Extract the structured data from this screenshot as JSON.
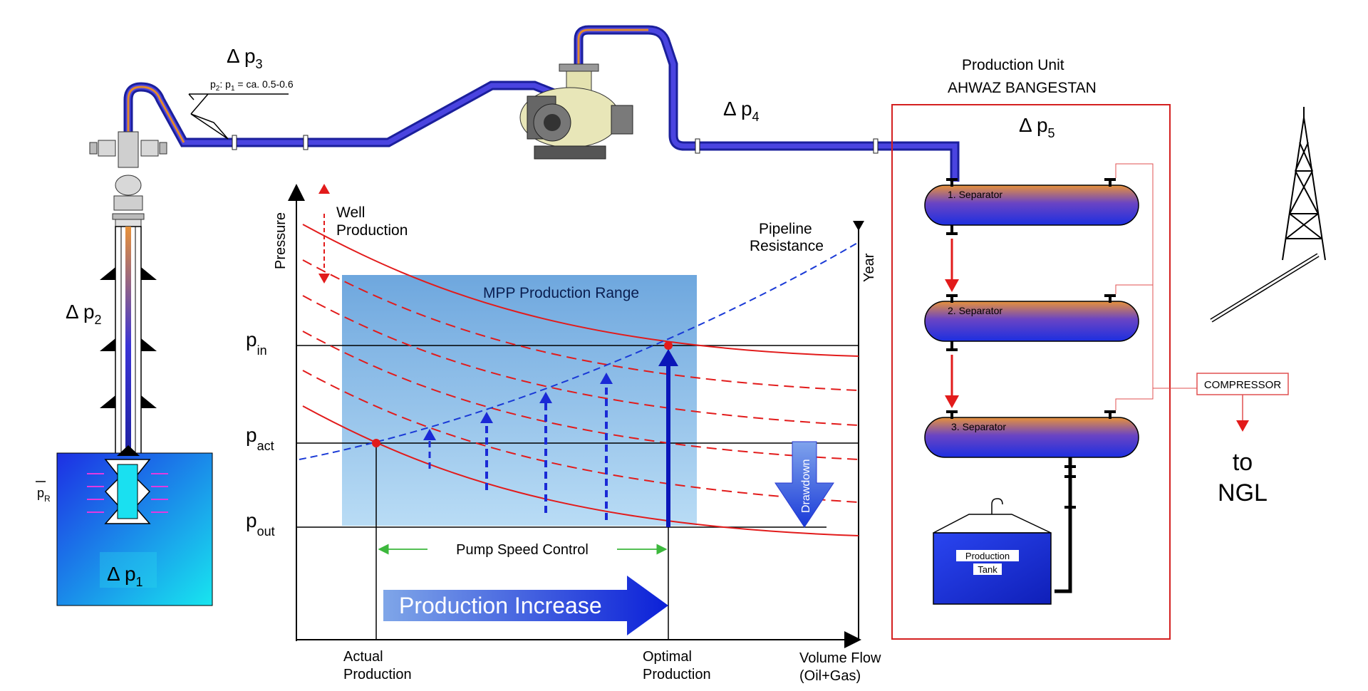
{
  "labels": {
    "delta": "Δ p",
    "dp1_sub": "1",
    "dp2_sub": "2",
    "dp3_sub": "3",
    "dp4_sub": "4",
    "dp5_sub": "5",
    "ratio_a": "p",
    "ratio_a_sub": "2",
    "ratio_b": ": p",
    "ratio_b_sub": "1",
    "ratio_c": " =  ca. 0.5-0.6",
    "pr": "p",
    "pr_sub": "R",
    "production_unit": "Production Unit",
    "site_name": "AHWAZ  BANGESTAN",
    "separator_1": "1.  Separator",
    "separator_2": "2.  Separator",
    "separator_3": "3.  Separator",
    "compressor": "COMPRESSOR",
    "to_line1": "to",
    "to_line2": "NGL",
    "tank_line1": "Production",
    "tank_line2": "Tank"
  },
  "chart": {
    "y_axis_label": "Pressure",
    "year_label": "Year",
    "well_production_1": "Well",
    "well_production_2": "Production",
    "pipeline_1": "Pipeline",
    "pipeline_2": "Resistance",
    "mpp_range": "MPP Production Range",
    "p": "p",
    "p_in_sub": "in",
    "p_act_sub": "act",
    "p_out_sub": "out",
    "drawdown": "Drawdown",
    "pump_speed": "Pump Speed Control",
    "production_increase": "Production Increase",
    "actual_1": "Actual",
    "actual_2": "Production",
    "optimal_1": "Optimal",
    "optimal_2": "Production",
    "x_label_1": "Volume Flow",
    "x_label_2": "(Oil+Gas)"
  },
  "colors": {
    "well_curve": "#e21b1b",
    "pipeline_curve": "#1a3ad6",
    "mpp_box": "#7fb2e6",
    "pipe_blue": "#2a2fd0",
    "pipe_orange": "#e38a2e",
    "frame_red": "#d42020"
  }
}
